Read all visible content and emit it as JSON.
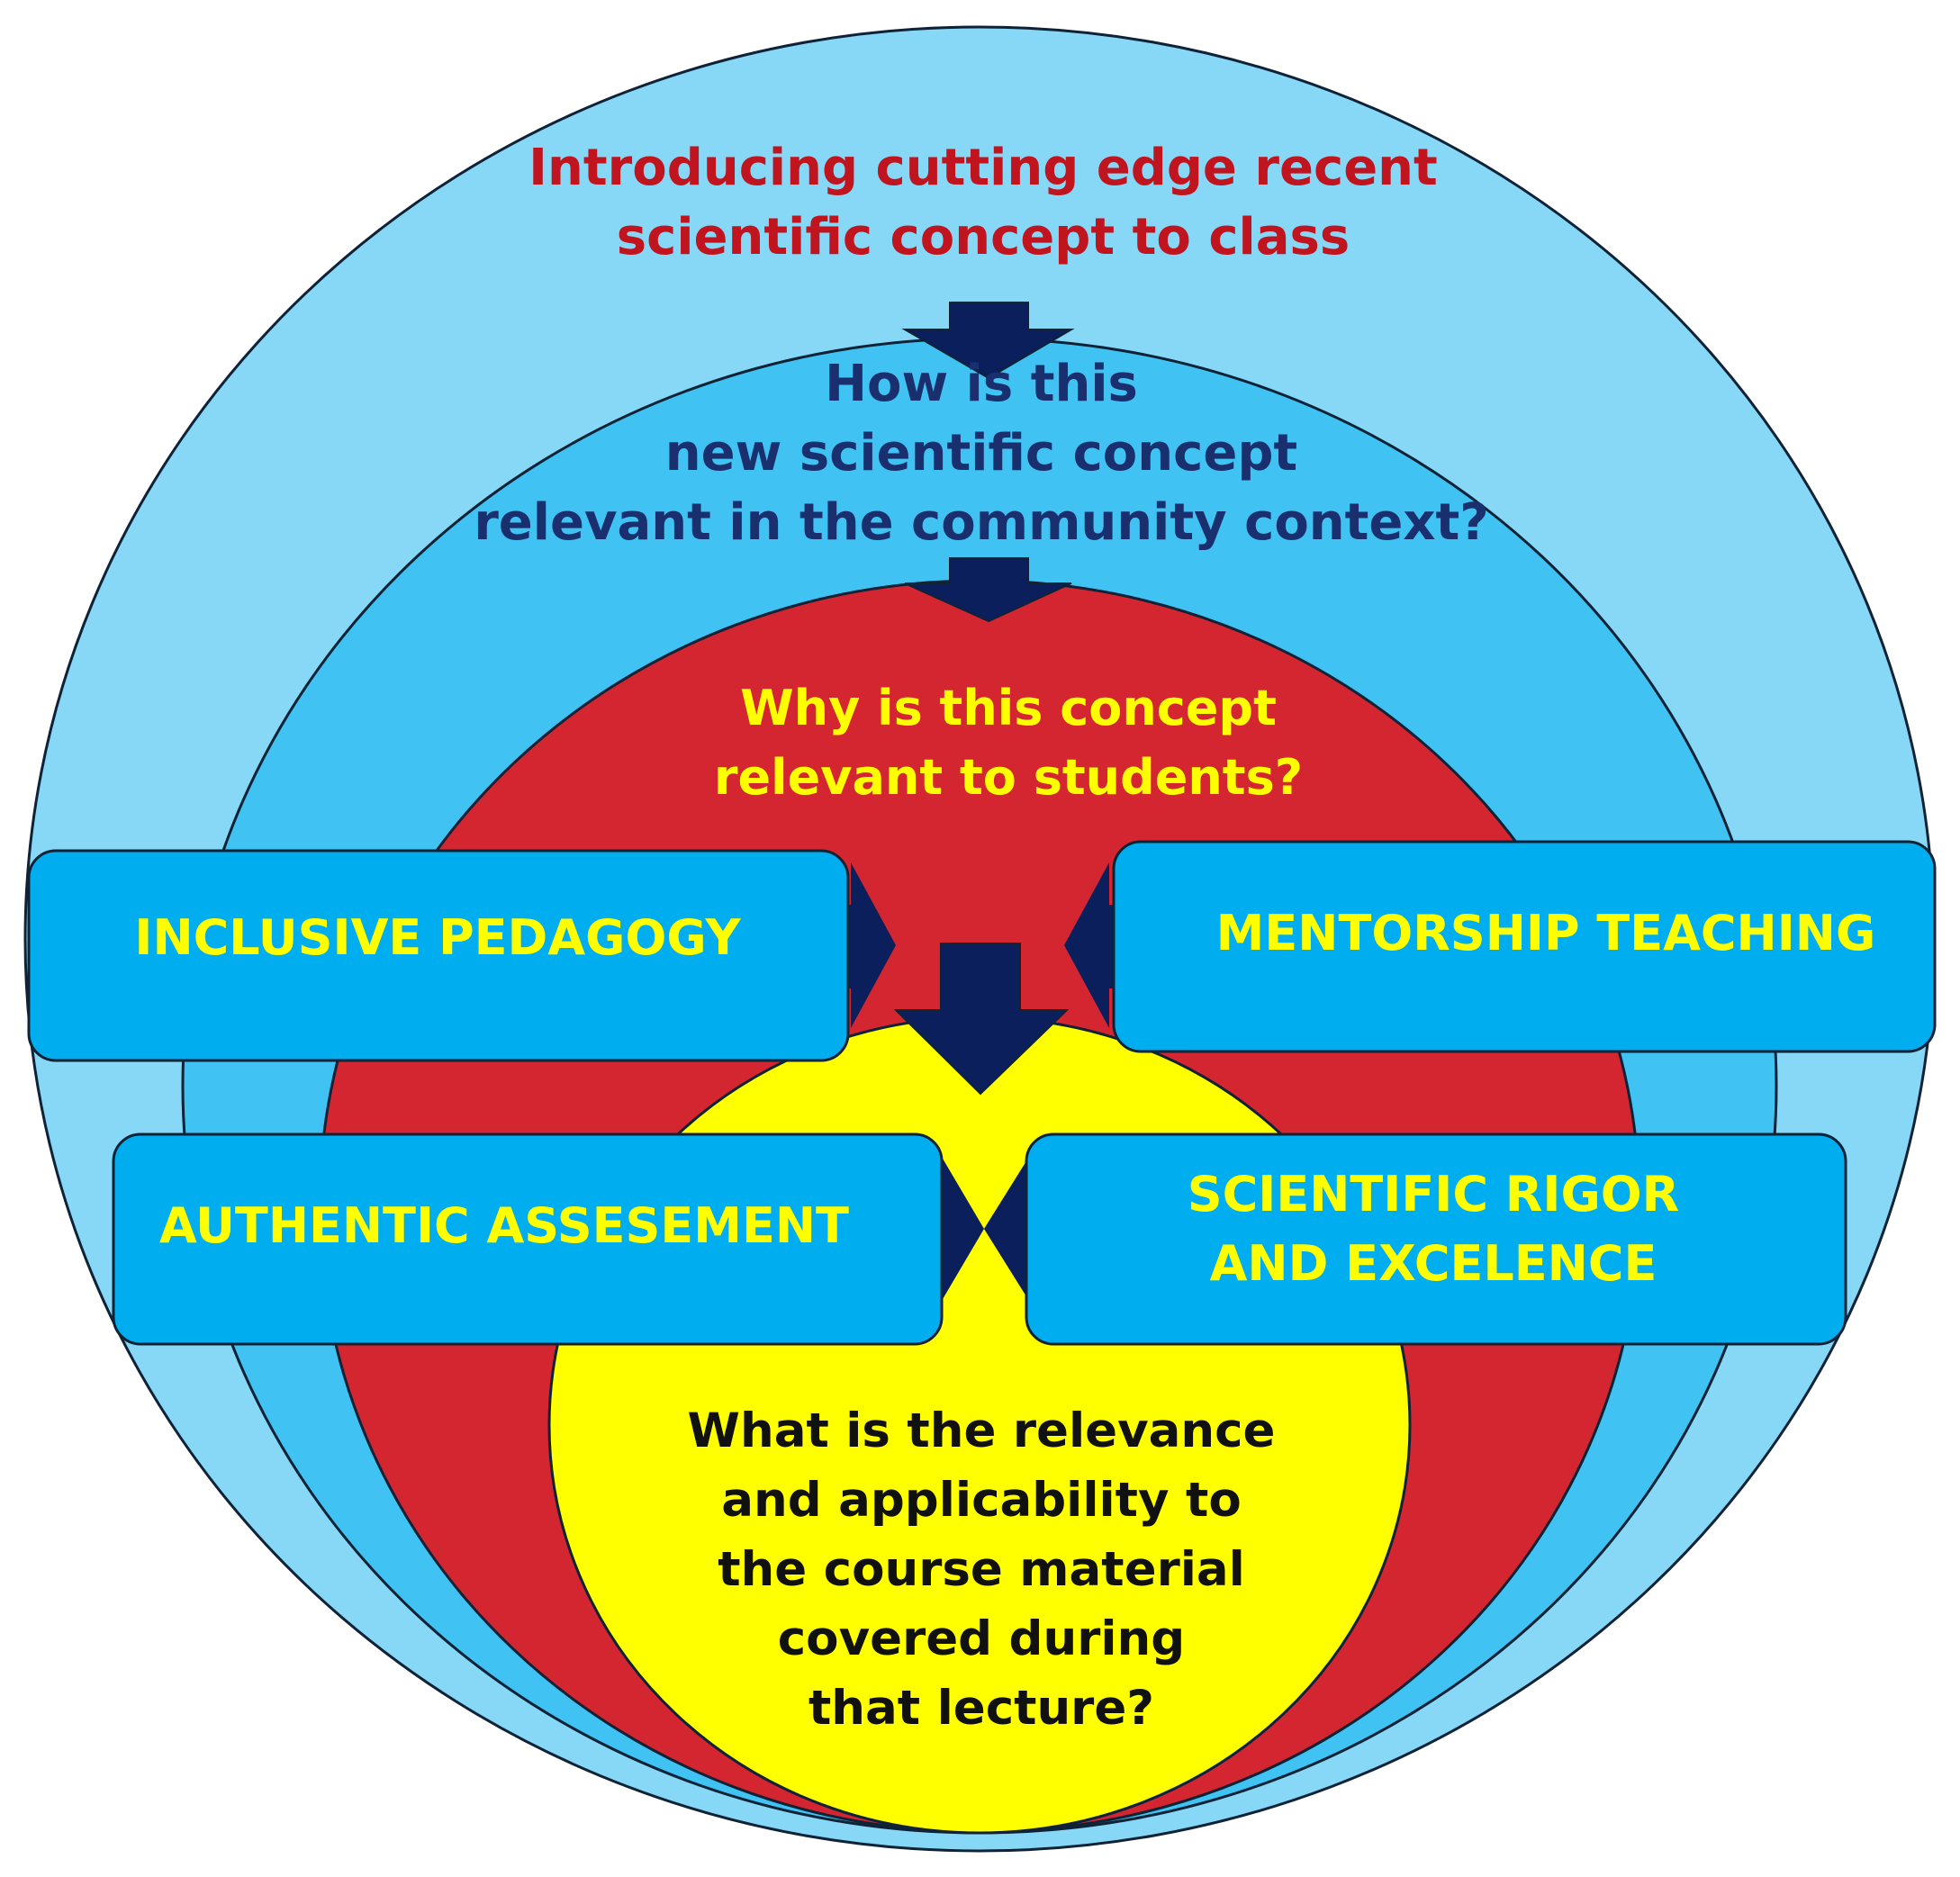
{
  "colors": {
    "outer_circle": "#87d7f7",
    "middle_circle": "#40c2f2",
    "red_circle": "#d42630",
    "yellow_circle": "#ffff00",
    "box_fill": "#00aeef",
    "arrow": "#0a1f5c",
    "outline": "#0f2236"
  },
  "outer": {
    "lines": [
      "Introducing cutting edge recent",
      "scientific concept to class"
    ]
  },
  "middle": {
    "lines": [
      "How is this",
      "new scientific concept",
      "relevant in the community context?"
    ]
  },
  "red": {
    "lines": [
      "Why is this concept",
      "relevant to students?"
    ]
  },
  "center": {
    "lines": [
      "What is the relevance",
      "and applicability to",
      "the course material",
      "covered during",
      "that lecture?"
    ]
  },
  "boxes": {
    "inclusive": "INCLUSIVE PEDAGOGY",
    "mentorship": "MENTORSHIP TEACHING",
    "authentic": "AUTHENTIC ASSESEMENT",
    "rigor": [
      "SCIENTIFIC RIGOR",
      "AND EXCELENCE"
    ]
  }
}
